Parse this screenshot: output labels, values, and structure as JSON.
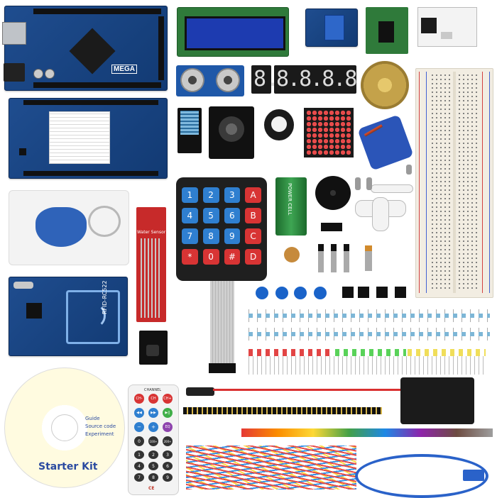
{
  "mega_board": {
    "label": "MEGA"
  },
  "lcd": {
    "label": ""
  },
  "keypad": {
    "keys": [
      [
        "1",
        "2",
        "3",
        "A"
      ],
      [
        "4",
        "5",
        "6",
        "B"
      ],
      [
        "7",
        "8",
        "9",
        "C"
      ],
      [
        "*",
        "0",
        "#",
        "D"
      ]
    ]
  },
  "seven_seg": {
    "single": "8.",
    "quad": "8.8.8.8."
  },
  "battery": {
    "label": "POWER CELL"
  },
  "water_sensor": {
    "label": "Water Sensor"
  },
  "rfid": {
    "label": "RFID-RC522"
  },
  "cd": {
    "lines": [
      "Guide",
      "Source code",
      "Experiment"
    ],
    "title": "Starter Kit"
  },
  "remote": {
    "top_label": "CHANNEL",
    "row1": [
      "CH-",
      "CH",
      "CH+"
    ],
    "row2": [
      "◀◀",
      "▶▶",
      "▶||"
    ],
    "row3": [
      "−",
      "+",
      "EQ"
    ],
    "row4": [
      "0",
      "100+",
      "200+"
    ],
    "digits": [
      "1",
      "2",
      "3",
      "4",
      "5",
      "6",
      "7",
      "8",
      "9"
    ],
    "brand": "CE"
  },
  "colors": {
    "pcb_blue": "#1f4d8f",
    "breadboard": "#f2ede2",
    "key_blue": "#2f7fd0",
    "key_red": "#d83434"
  }
}
